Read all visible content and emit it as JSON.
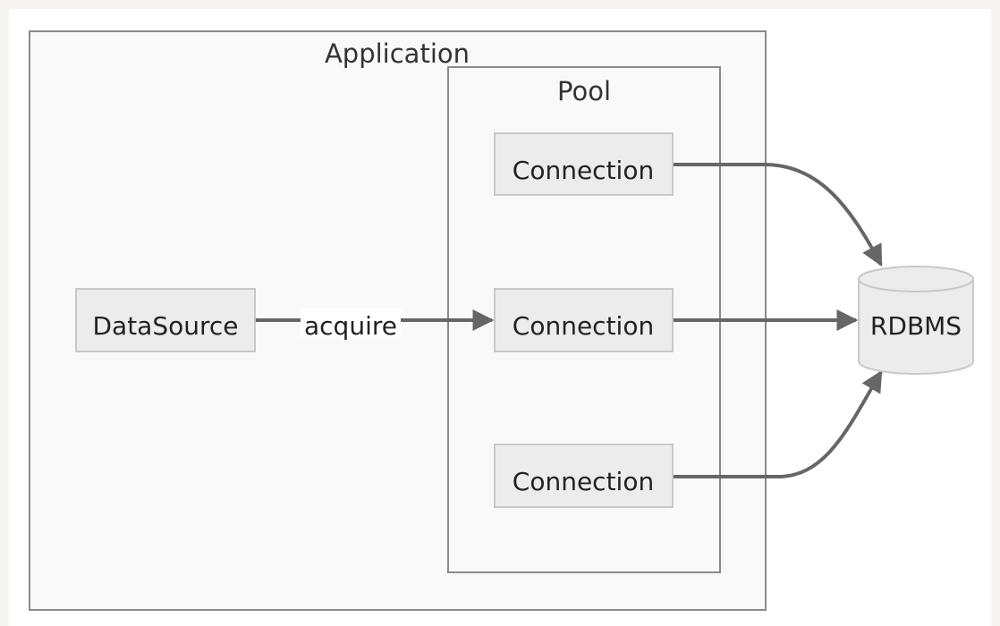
{
  "clusters": {
    "application": {
      "label": "Application"
    },
    "pool": {
      "label": "Pool"
    }
  },
  "nodes": {
    "datasource": {
      "label": "DataSource"
    },
    "connection_1": {
      "label": "Connection"
    },
    "connection_2": {
      "label": "Connection"
    },
    "connection_3": {
      "label": "Connection"
    },
    "rdbms": {
      "label": "RDBMS",
      "shape": "cylinder"
    }
  },
  "edges": [
    {
      "from": "DataSource",
      "to": "Connection",
      "label": "acquire"
    },
    {
      "from": "Connection",
      "to": "RDBMS",
      "label": ""
    },
    {
      "from": "Connection",
      "to": "RDBMS",
      "label": ""
    },
    {
      "from": "Connection",
      "to": "RDBMS",
      "label": ""
    }
  ],
  "colors": {
    "background": "#f6f5f2",
    "cluster_fill": "#f9f9f9",
    "cluster_border": "#8a8a8a",
    "node_fill": "#ececec",
    "node_border": "#c8c8c8",
    "edge": "#666666",
    "text": "#222222"
  }
}
